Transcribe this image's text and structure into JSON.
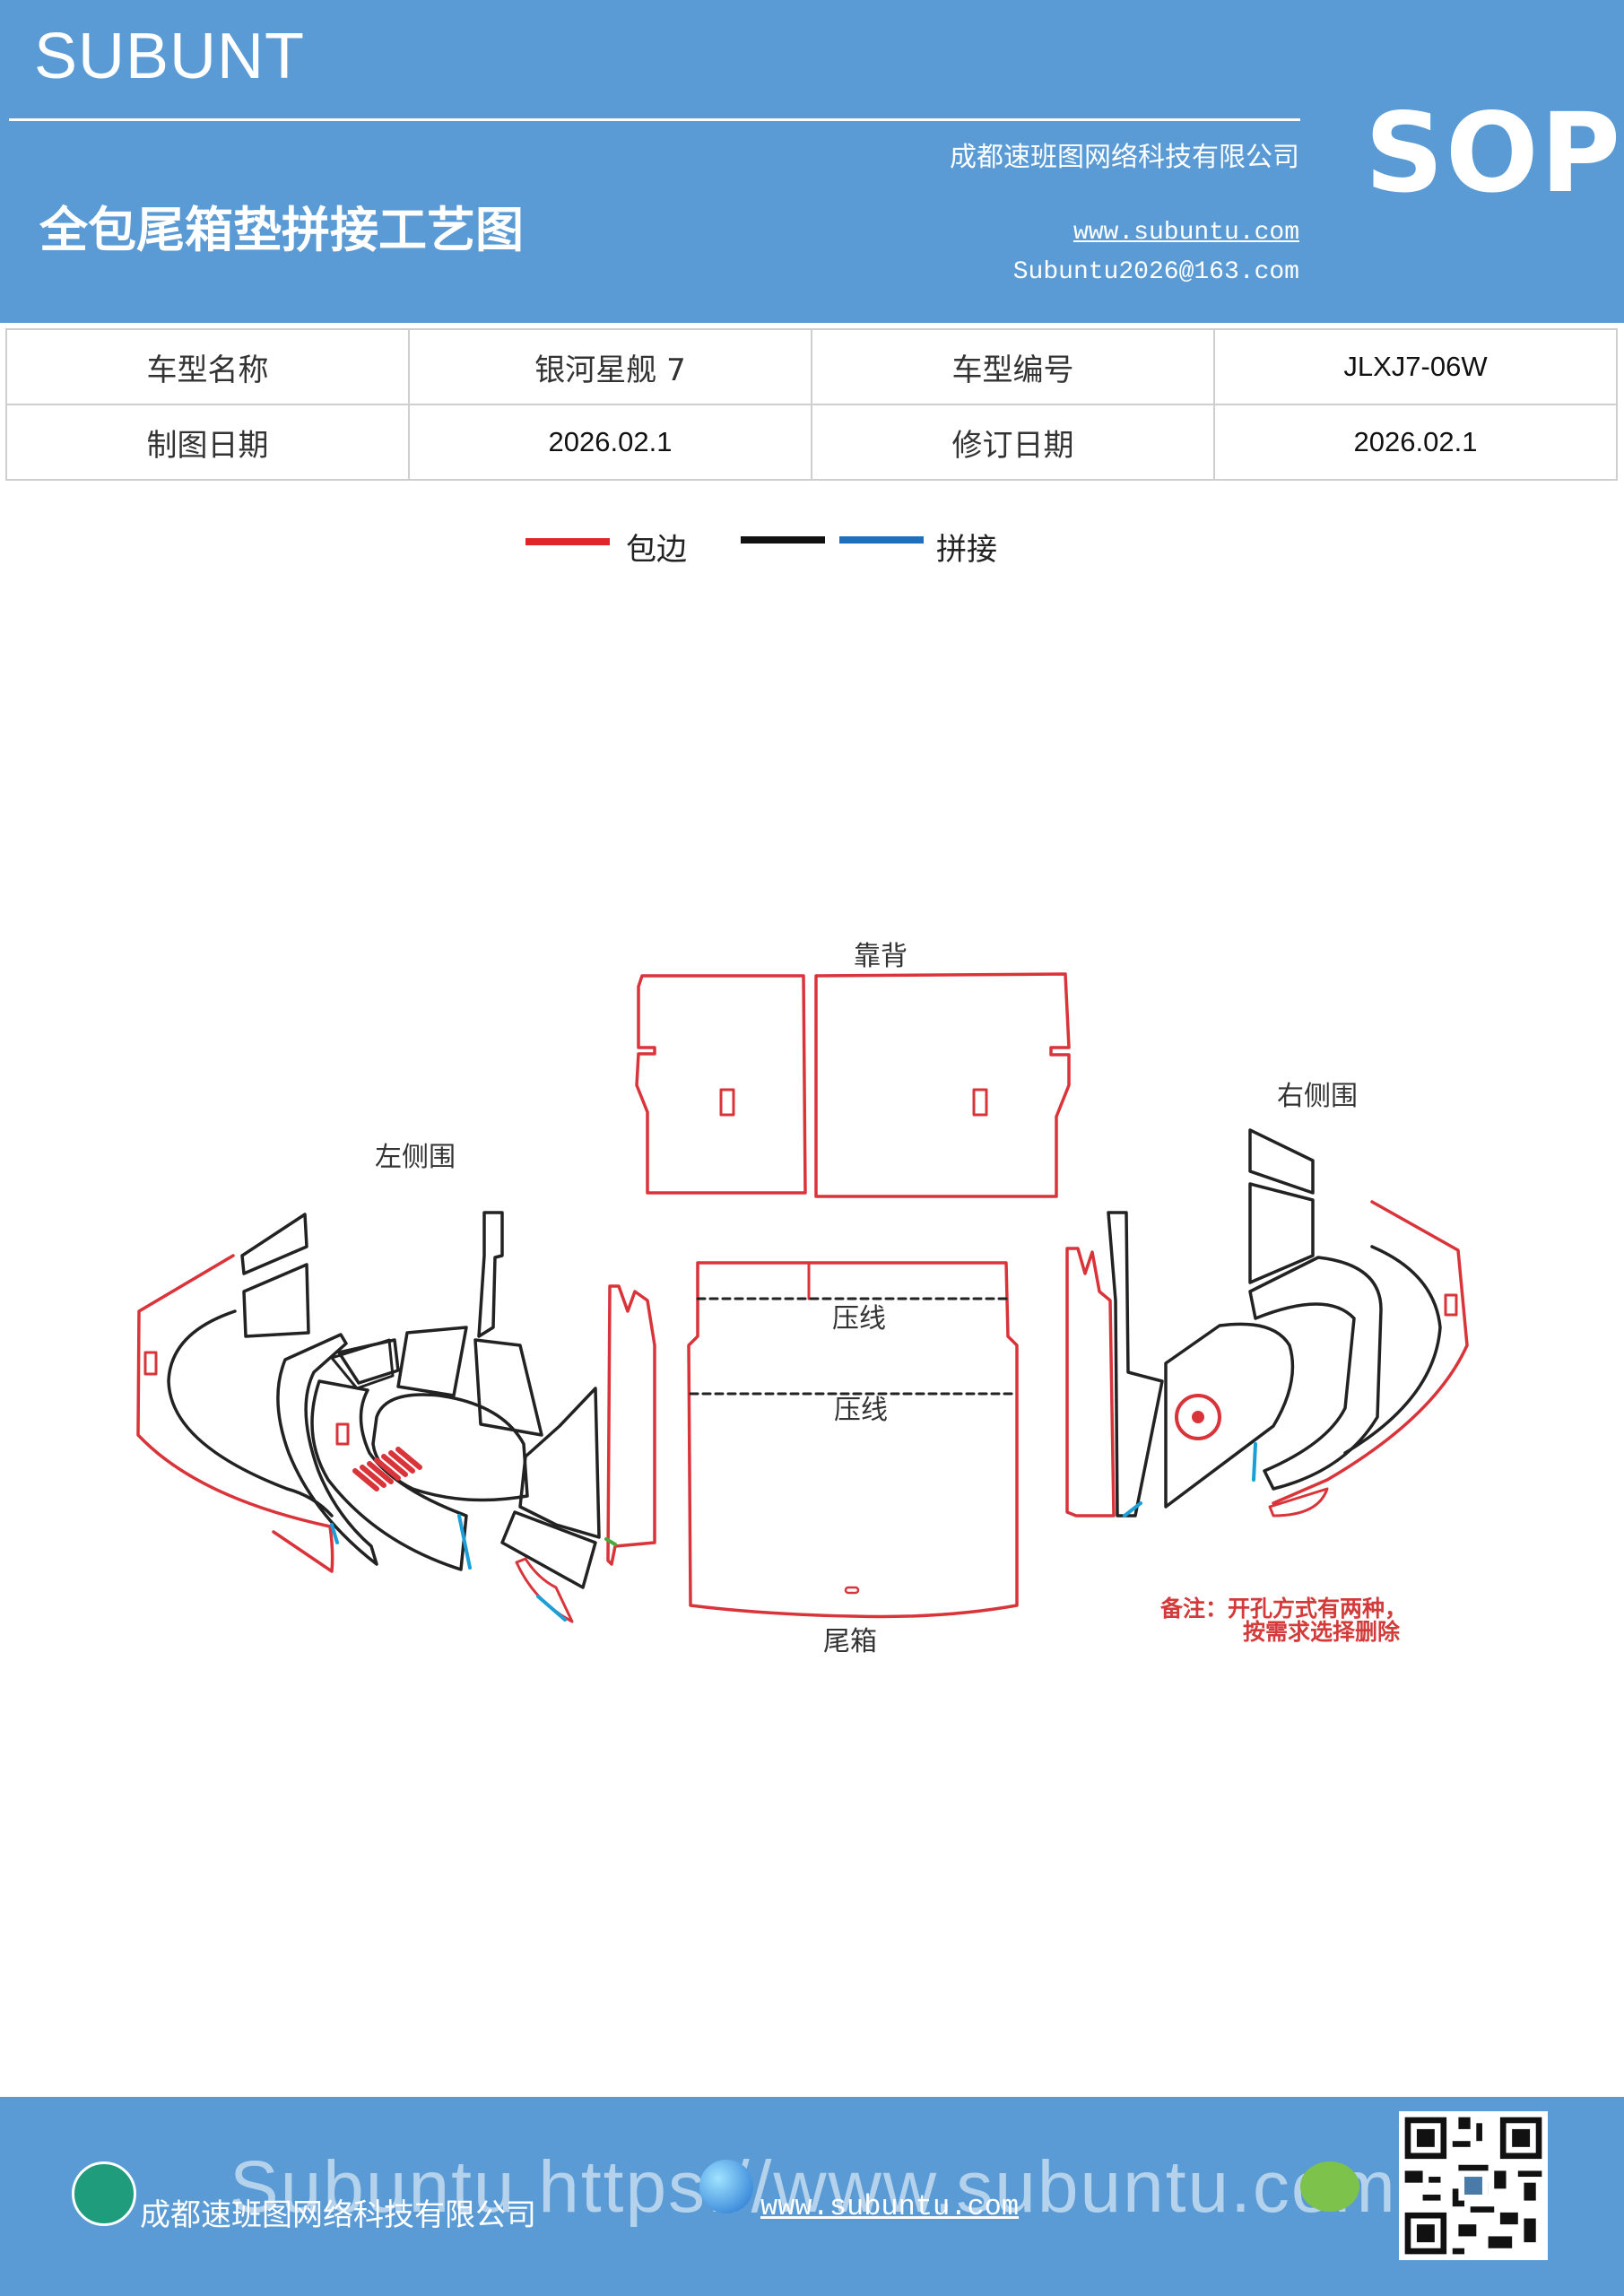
{
  "header": {
    "brand": "SUBUNT",
    "company": "成都速班图网络科技有限公司",
    "title": "全包尾箱垫拼接工艺图",
    "website": "www.subuntu.com",
    "email": "Subuntu2026@163.com",
    "badge": "SOP"
  },
  "info_table": {
    "rows": [
      [
        "车型名称",
        "银河星舰 7",
        "车型编号",
        "JLXJ7-06W"
      ],
      [
        "制图日期",
        "2026.02.1",
        "修订日期",
        "2026.02.1"
      ]
    ]
  },
  "legend": {
    "items": [
      {
        "label": "包边",
        "color": "#e0262a"
      },
      {
        "label": "",
        "color": "#111111"
      },
      {
        "label": "拼接",
        "color": "#1f6fbf"
      }
    ]
  },
  "diagram": {
    "backrest": "靠背",
    "left_side": "左侧围",
    "right_side": "右侧围",
    "crease_1": "压线",
    "crease_2": "压线",
    "trunk": "尾箱",
    "note_line1": "备注：开孔方式有两种，",
    "note_line2": "按需求选择删除",
    "colors": {
      "edge": "#d9343a",
      "joint": "#1b9fd6",
      "inner": "#222222"
    }
  },
  "footer": {
    "company": "成都速班图网络科技有限公司",
    "website": "www.subuntu.com",
    "banner": "Subuntu https://www.subuntu.com",
    "icons": [
      "building-icon",
      "globe-icon",
      "wechat-icon",
      "qr-code"
    ]
  }
}
